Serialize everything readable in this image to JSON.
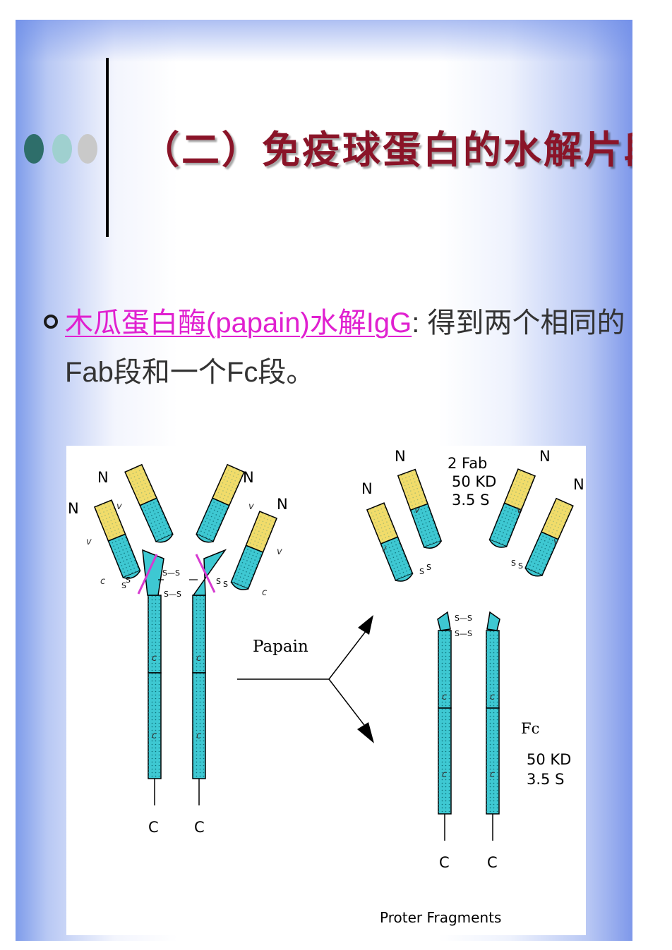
{
  "slide": {
    "title": "（二）免疫球蛋白的水解片段",
    "bullet": {
      "link_text": "木瓜蛋白酶(papain)水解IgG",
      "text": "得到两个相同的Fab段和一个Fc段。"
    }
  },
  "figure": {
    "labels": {
      "n_terminal": "N",
      "c_terminal": "C",
      "variable_domain": "v",
      "constant_domain": "c",
      "disulfide_h": "S—S",
      "disulfide_s": "S",
      "papain": "Papain",
      "fab_count": "2 Fab",
      "fab_mass": "50 KD",
      "fab_sed": "3.5 S",
      "fc_name": "Fc",
      "fc_mass": "50 KD",
      "fc_sed": "3.5 S",
      "caption": "Proter Fragments"
    },
    "colors": {
      "variable": "#f1dc6a",
      "constant": "#3ec8d2",
      "cleavage": "#d63ad0"
    }
  }
}
